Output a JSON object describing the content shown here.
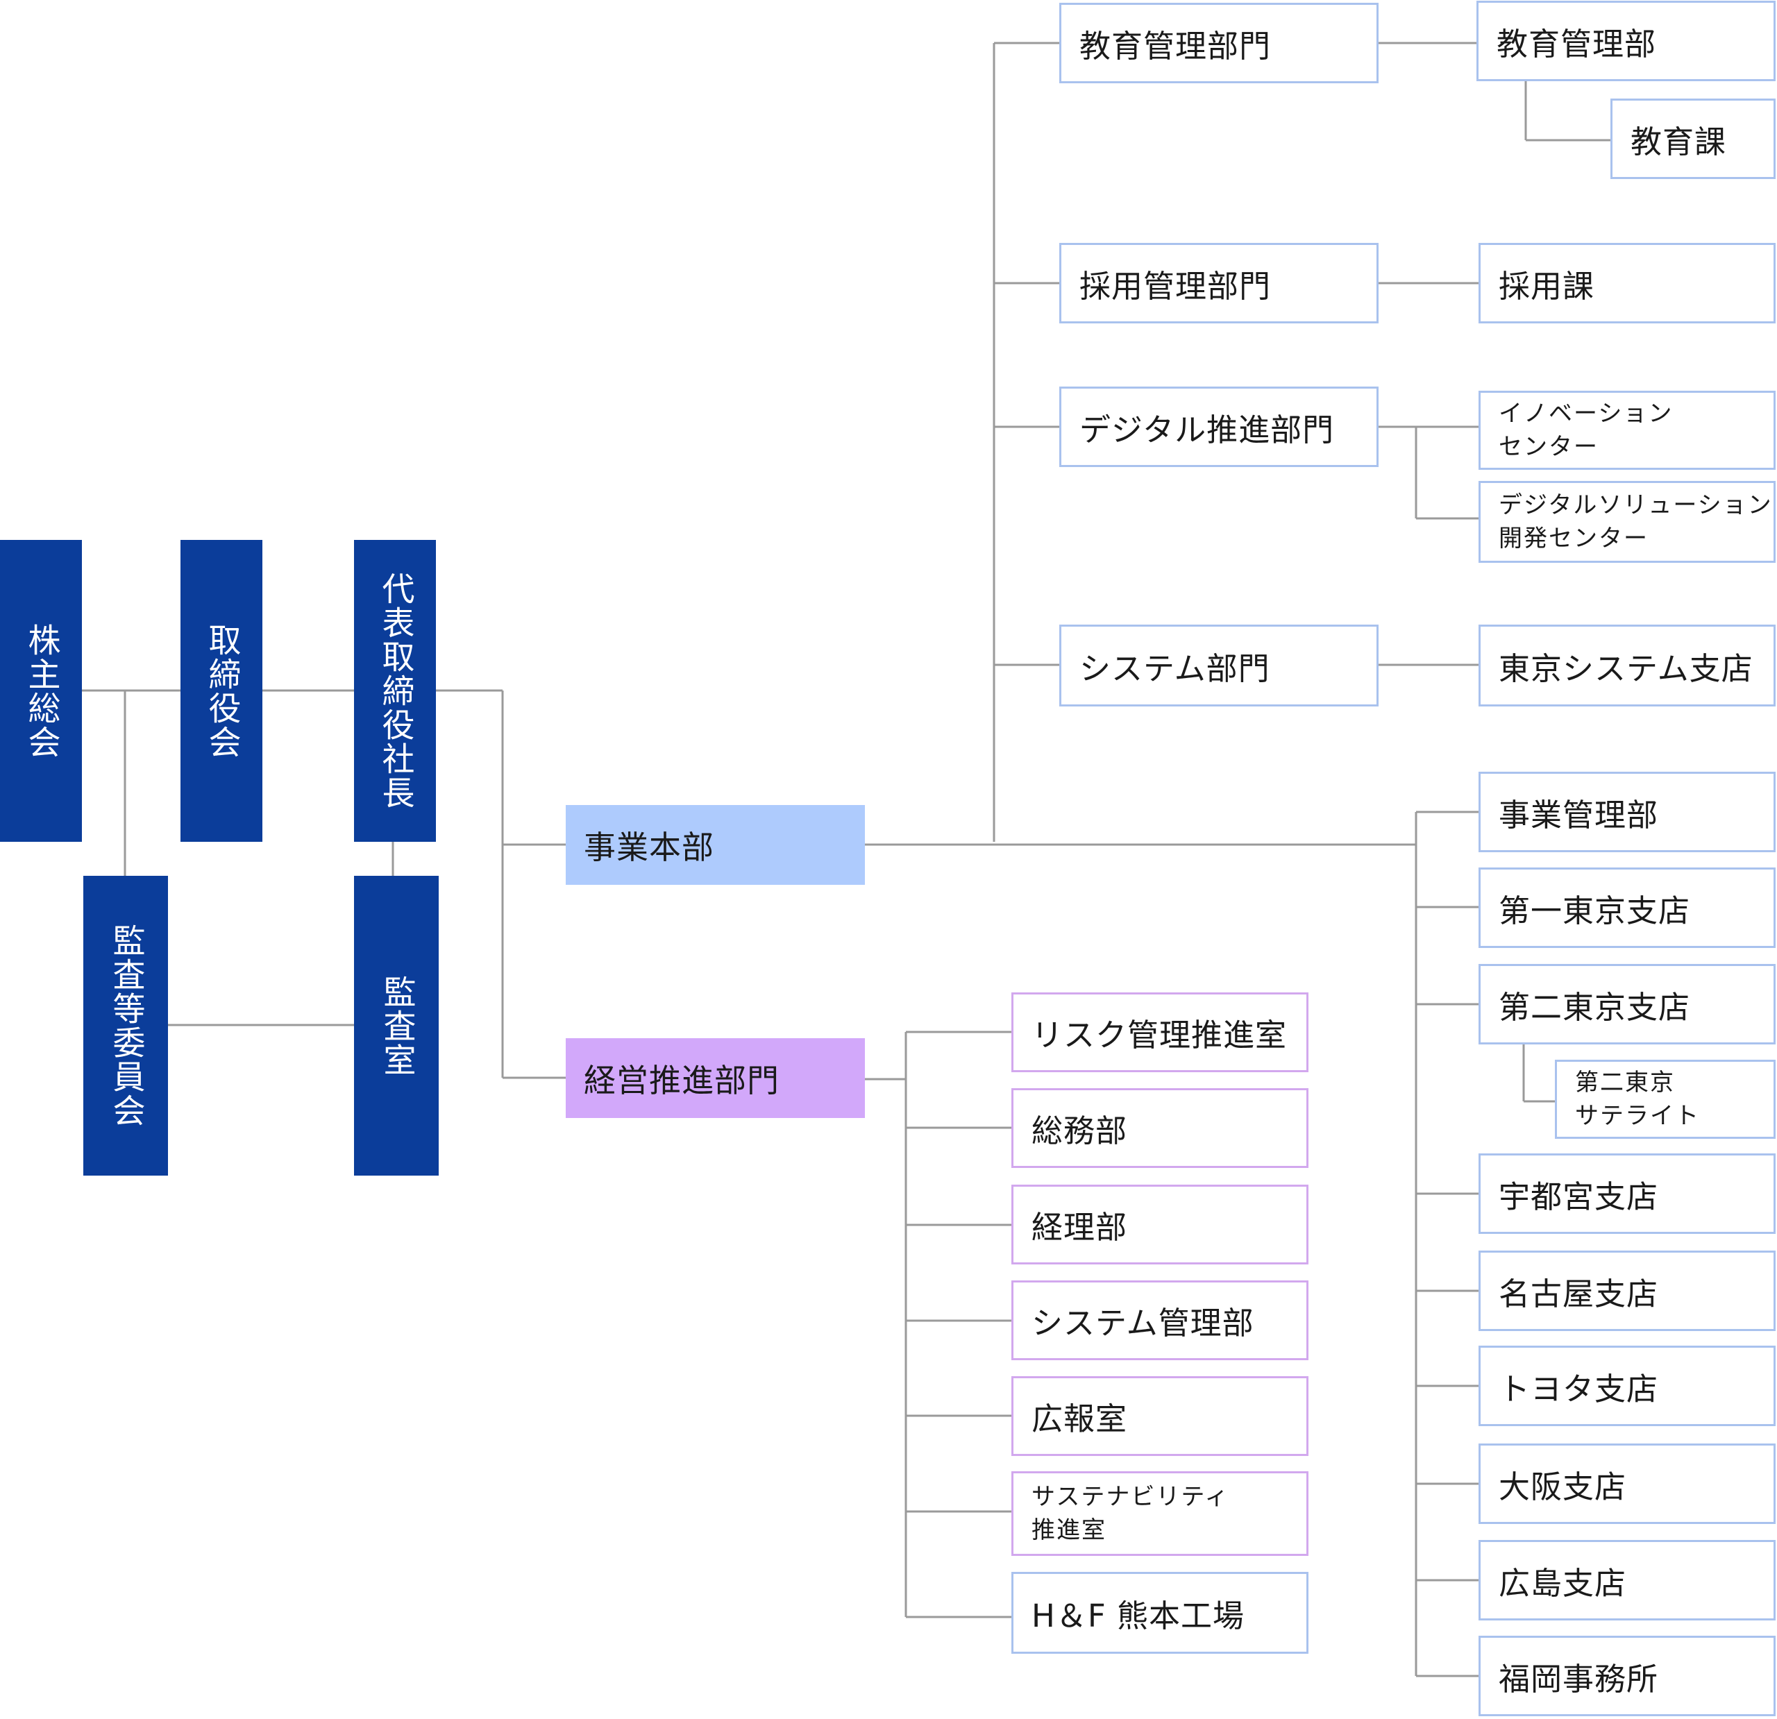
{
  "colors": {
    "executive": "#0b3d9a",
    "business_hub": "#aecbfd",
    "management_hub": "#d2a8fa",
    "line": "#9a9a9a",
    "blue_border": "#a9c2ee",
    "purple_border": "#d2a8ee"
  },
  "executive": {
    "shareholders": "株主総会",
    "board": "取締役会",
    "president": "代表取締役社長",
    "audit_committee": "監査等委員会",
    "audit_office": "監査室"
  },
  "business_hq": {
    "label": "事業本部",
    "divisions": {
      "education": {
        "label": "教育管理部門",
        "dept": "教育管理部",
        "section": "教育課"
      },
      "recruiting": {
        "label": "採用管理部門",
        "section": "採用課"
      },
      "digital": {
        "label": "デジタル推進部門",
        "innovation_center": "イノベーション\nセンター",
        "solution_center": "デジタルソリューション\n開発センター"
      },
      "system": {
        "label": "システム部門",
        "branch": "東京システム支店"
      }
    },
    "branches": {
      "business_mgmt": "事業管理部",
      "tokyo1": "第一東京支店",
      "tokyo2": "第二東京支店",
      "tokyo2_satellite": "第二東京\nサテライト",
      "utsunomiya": "宇都宮支店",
      "nagoya": "名古屋支店",
      "toyota": "トヨタ支店",
      "osaka": "大阪支店",
      "hiroshima": "広島支店",
      "fukuoka": "福岡事務所"
    }
  },
  "management": {
    "label": "経営推進部門",
    "units": {
      "risk": "リスク管理推進室",
      "general_affairs": "総務部",
      "accounting": "経理部",
      "system_mgmt": "システム管理部",
      "pr": "広報室",
      "sustainability": "サステナビリティ\n推進室",
      "factory": "H＆F 熊本工場"
    }
  }
}
